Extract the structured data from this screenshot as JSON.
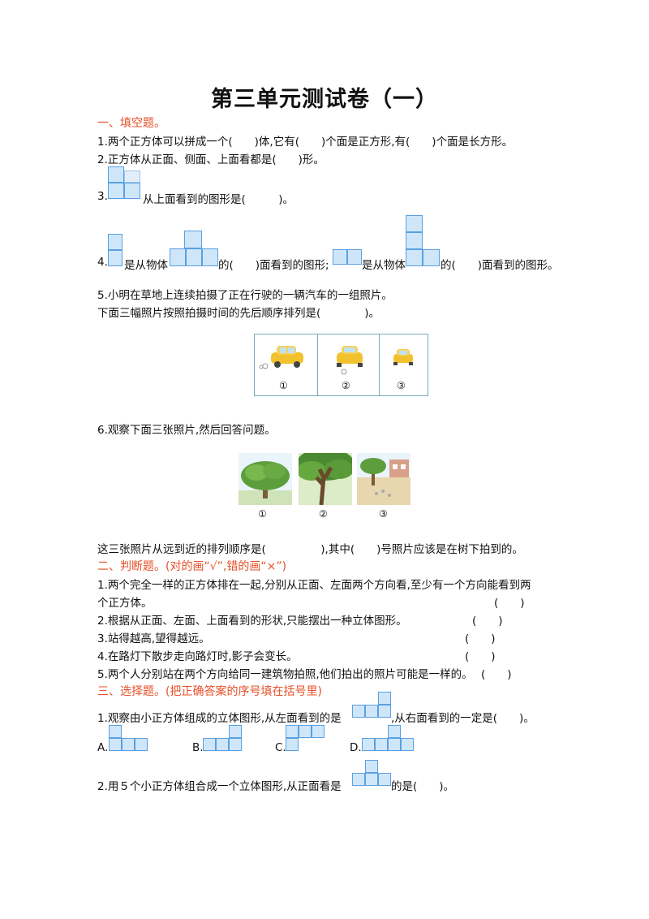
{
  "title": "第三单元测试卷（一）",
  "sections": {
    "s1": "一、填空题。",
    "s2": "二、判断题。(对的画“√”,错的画“×”)",
    "s3": "三、选择题。(把正确答案的序号填在括号里)"
  },
  "fill": {
    "q1": "1.两个正方体可以拼成一个(　　)体,它有(　　)个面是正方形,有(　　)个面是长方形。",
    "q2": "2.正方体从正面、侧面、上面看都是(　　)形。",
    "q3_a": "3.",
    "q3_b": "从上面看到的图形是(　　　)。",
    "q4_a": "4.",
    "q4_b": "是从物体",
    "q4_c": "的(　　)面看到的图形;",
    "q4_d": "是从物体",
    "q4_e": "的(　　)面看到的图形。",
    "q5_a": "5.小明在草地上连续拍摄了正在行驶的一辆汽车的一组照片。",
    "q5_b": "下面三幅照片按照拍摄时间的先后顺序排列是(　　　　)。",
    "q6_a": "6.观察下面三张照片,然后回答问题。",
    "q6_b": "这三张照片从远到近的排列顺序是(　　　　　),其中(　　)号照片应该是在树下拍到的。"
  },
  "labels": [
    "①",
    "②",
    "③"
  ],
  "judge": {
    "q1a": "1.两个完全一样的正方体排在一起,分别从正面、左面两个方向看,至少有一个方向能看到两",
    "q1b": "个正方体。",
    "q2": "2.根据从正面、左面、上面看到的形状,只能摆出一种立体图形。",
    "q3": "3.站得越高,望得越远。",
    "q4": "4.在路灯下散步走向路灯时,影子会变长。",
    "q5": "5.两个人分别站在两个方向给同一建筑物拍照,他们拍出的照片可能是一样的。",
    "paren": "(　　)"
  },
  "choice": {
    "q1_a": "1.观察由小正方体组成的立体图形,从左面看到的是",
    "q1_b": ",从右面看到的一定是(　　)。",
    "opts": [
      "A.",
      "B.",
      "C.",
      "D."
    ],
    "q2_a": "2.用５个小正方体组合成一个立体图形,从正面看是",
    "q2_b": "的是(　　)。"
  },
  "colors": {
    "section": "#e8502a",
    "cube_fill": "#cfe6f9",
    "cube_edge": "#5aa0e0",
    "car": "#f2c12e",
    "tree": "#5c9e3c",
    "sky": "#eaf4fb"
  }
}
